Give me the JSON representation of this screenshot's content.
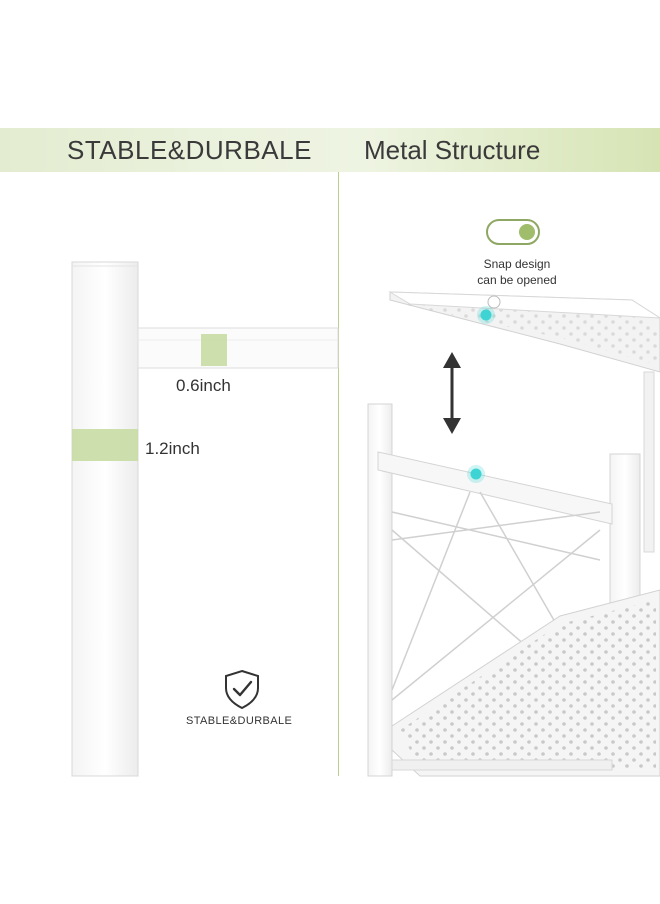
{
  "banner": {
    "left_title": "STABLE&DURBALE",
    "right_title": "Metal Structure"
  },
  "dimensions": {
    "bar_width": "0.6inch",
    "post_width": "1.2inch"
  },
  "badge": {
    "icon": "shield-check-icon",
    "label": "STABLE&DURBALE"
  },
  "snap": {
    "icon": "toggle-icon",
    "line1": "Snap design",
    "line2": "can be opened"
  },
  "colors": {
    "accent_green": "#b9cf8f",
    "highlight_green": "#c8dba4",
    "teal_dot": "#3fd4d4",
    "text": "#333333"
  }
}
